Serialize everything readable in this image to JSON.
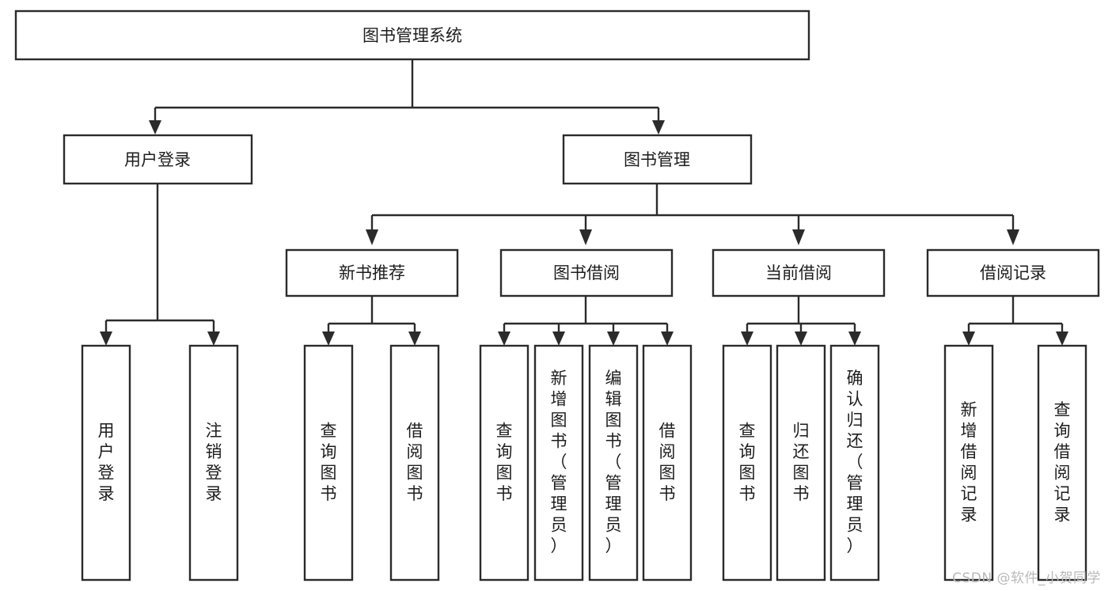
{
  "diagram": {
    "type": "tree",
    "title": "图书管理系统",
    "watermark": "CSDN @软件_小贺同学",
    "colors": {
      "box_stroke": "#2b2b2b",
      "box_fill": "#ffffff",
      "text": "#1d1d1d",
      "background": "#ffffff",
      "watermark": "#b9b9b9"
    },
    "root": {
      "id": "root",
      "label": "图书管理系统",
      "orientation": "horizontal"
    },
    "level1": [
      {
        "id": "user-login",
        "label": "用户登录",
        "orientation": "horizontal"
      },
      {
        "id": "book-manage",
        "label": "图书管理",
        "orientation": "horizontal"
      }
    ],
    "level2": [
      {
        "id": "new-book-recommend",
        "label": "新书推荐",
        "parent": "book-manage",
        "orientation": "horizontal"
      },
      {
        "id": "book-borrow",
        "label": "图书借阅",
        "parent": "book-manage",
        "orientation": "horizontal"
      },
      {
        "id": "current-borrow",
        "label": "当前借阅",
        "parent": "book-manage",
        "orientation": "horizontal"
      },
      {
        "id": "borrow-record",
        "label": "借阅记录",
        "parent": "book-manage",
        "orientation": "horizontal"
      }
    ],
    "leaves": [
      {
        "id": "leaf-user-login",
        "label": "用户登录",
        "parent": "user-login",
        "orientation": "vertical"
      },
      {
        "id": "leaf-logout-login",
        "label": "注销登录",
        "parent": "user-login",
        "orientation": "vertical"
      },
      {
        "id": "leaf-query-book-1",
        "label": "查询图书",
        "parent": "new-book-recommend",
        "orientation": "vertical"
      },
      {
        "id": "leaf-borrow-book-1",
        "label": "借阅图书",
        "parent": "new-book-recommend",
        "orientation": "vertical"
      },
      {
        "id": "leaf-query-book-2",
        "label": "查询图书",
        "parent": "book-borrow",
        "orientation": "vertical"
      },
      {
        "id": "leaf-add-book",
        "label": "新增图书（管理员）",
        "parent": "book-borrow",
        "orientation": "vertical"
      },
      {
        "id": "leaf-edit-book",
        "label": "编辑图书（管理员）",
        "parent": "book-borrow",
        "orientation": "vertical"
      },
      {
        "id": "leaf-borrow-book-2",
        "label": "借阅图书",
        "parent": "book-borrow",
        "orientation": "vertical"
      },
      {
        "id": "leaf-query-book-3",
        "label": "查询图书",
        "parent": "current-borrow",
        "orientation": "vertical"
      },
      {
        "id": "leaf-return-book",
        "label": "归还图书",
        "parent": "current-borrow",
        "orientation": "vertical"
      },
      {
        "id": "leaf-confirm-return",
        "label": "确认归还（管理员）",
        "parent": "current-borrow",
        "orientation": "vertical"
      },
      {
        "id": "leaf-add-record",
        "label": "新增借阅记录",
        "parent": "borrow-record",
        "orientation": "vertical"
      },
      {
        "id": "leaf-query-record",
        "label": "查询借阅记录",
        "parent": "borrow-record",
        "orientation": "vertical"
      }
    ]
  }
}
